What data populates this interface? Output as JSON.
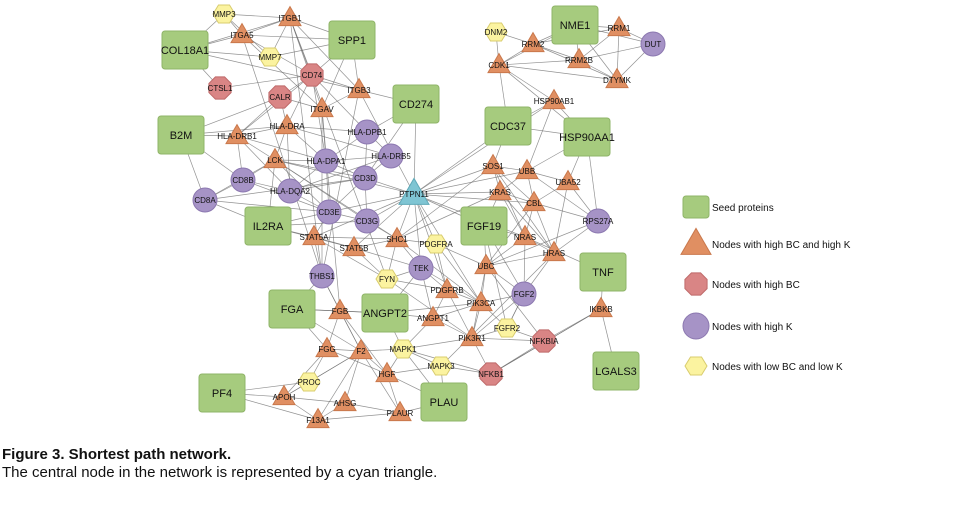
{
  "figure": {
    "caption_title": "Figure 3. Shortest path network.",
    "caption_text": "The central node in the network is represented by a cyan triangle."
  },
  "styles": {
    "seed": {
      "fill": "#a6cb7e",
      "stroke": "#8fb468"
    },
    "high_bc_high_k": {
      "fill": "#e08f62",
      "stroke": "#c9784c"
    },
    "high_bc": {
      "fill": "#d98585",
      "stroke": "#bf6a6a"
    },
    "high_k": {
      "fill": "#a693c6",
      "stroke": "#8c78b0"
    },
    "low": {
      "fill": "#fbf3a0",
      "stroke": "#d8cc6e"
    },
    "central": {
      "fill": "#7fc5d3",
      "stroke": "#5fa9b8"
    },
    "edge": "#6d6d6d"
  },
  "legend": [
    {
      "label": "Seed proteins",
      "style": "seed",
      "shape": "square"
    },
    {
      "label": "Nodes with high BC and high K",
      "style": "high_bc_high_k",
      "shape": "triangle"
    },
    {
      "label": "Nodes with high BC",
      "style": "high_bc",
      "shape": "octagon"
    },
    {
      "label": "Nodes with high K",
      "style": "high_k",
      "shape": "circle"
    },
    {
      "label": "Nodes with low BC and low K",
      "style": "low",
      "shape": "hexagon"
    }
  ],
  "nodes": [
    {
      "id": "MMP3",
      "style": "low",
      "shape": "hexagon"
    },
    {
      "id": "ITGB1",
      "style": "high_bc_high_k",
      "shape": "triangle"
    },
    {
      "id": "COL18A1",
      "style": "seed",
      "shape": "square"
    },
    {
      "id": "ITGA5",
      "style": "high_bc_high_k",
      "shape": "triangle"
    },
    {
      "id": "SPP1",
      "style": "seed",
      "shape": "square"
    },
    {
      "id": "MMP7",
      "style": "low",
      "shape": "hexagon"
    },
    {
      "id": "CD74",
      "style": "high_bc",
      "shape": "octagon"
    },
    {
      "id": "CTSL1",
      "style": "high_bc",
      "shape": "octagon"
    },
    {
      "id": "CALR",
      "style": "high_bc",
      "shape": "octagon"
    },
    {
      "id": "ITGB3",
      "style": "high_bc_high_k",
      "shape": "triangle"
    },
    {
      "id": "ITGAV",
      "style": "high_bc_high_k",
      "shape": "triangle"
    },
    {
      "id": "CD274",
      "style": "seed",
      "shape": "square"
    },
    {
      "id": "B2M",
      "style": "seed",
      "shape": "square"
    },
    {
      "id": "HLA-DRA",
      "style": "high_bc_high_k",
      "shape": "triangle"
    },
    {
      "id": "HLA-DRB1",
      "style": "high_bc_high_k",
      "shape": "triangle"
    },
    {
      "id": "HLA-DPB1",
      "style": "high_k",
      "shape": "circle"
    },
    {
      "id": "HLA-DRB5",
      "style": "high_k",
      "shape": "circle"
    },
    {
      "id": "LCK",
      "style": "high_bc_high_k",
      "shape": "triangle"
    },
    {
      "id": "HLA-DPA1",
      "style": "high_k",
      "shape": "circle"
    },
    {
      "id": "CD8B",
      "style": "high_k",
      "shape": "circle"
    },
    {
      "id": "HLA-DQA2",
      "style": "high_k",
      "shape": "circle"
    },
    {
      "id": "CD3D",
      "style": "high_k",
      "shape": "circle"
    },
    {
      "id": "CD8A",
      "style": "high_k",
      "shape": "circle"
    },
    {
      "id": "CD3E",
      "style": "high_k",
      "shape": "circle"
    },
    {
      "id": "IL2RA",
      "style": "seed",
      "shape": "square"
    },
    {
      "id": "CD3G",
      "style": "high_k",
      "shape": "circle"
    },
    {
      "id": "PTPN11",
      "style": "central",
      "shape": "triangle"
    },
    {
      "id": "STAT5A",
      "style": "high_bc_high_k",
      "shape": "triangle"
    },
    {
      "id": "STAT5B",
      "style": "high_bc_high_k",
      "shape": "triangle"
    },
    {
      "id": "SHC1",
      "style": "high_bc_high_k",
      "shape": "triangle"
    },
    {
      "id": "THBS1",
      "style": "high_k",
      "shape": "circle"
    },
    {
      "id": "FYN",
      "style": "low",
      "shape": "hexagon"
    },
    {
      "id": "TEK",
      "style": "high_k",
      "shape": "circle"
    },
    {
      "id": "PDGFRA",
      "style": "low",
      "shape": "hexagon"
    },
    {
      "id": "FGA",
      "style": "seed",
      "shape": "square"
    },
    {
      "id": "ANGPT2",
      "style": "seed",
      "shape": "square"
    },
    {
      "id": "FGB",
      "style": "high_bc_high_k",
      "shape": "triangle"
    },
    {
      "id": "PDGFRB",
      "style": "high_bc_high_k",
      "shape": "triangle"
    },
    {
      "id": "ANGPT1",
      "style": "high_bc_high_k",
      "shape": "triangle"
    },
    {
      "id": "PIK3CA",
      "style": "high_bc_high_k",
      "shape": "triangle"
    },
    {
      "id": "FGG",
      "style": "high_bc_high_k",
      "shape": "triangle"
    },
    {
      "id": "F2",
      "style": "high_bc_high_k",
      "shape": "triangle"
    },
    {
      "id": "MAPK1",
      "style": "low",
      "shape": "hexagon"
    },
    {
      "id": "PIK3R1",
      "style": "high_bc_high_k",
      "shape": "triangle"
    },
    {
      "id": "FGFR2",
      "style": "low",
      "shape": "hexagon"
    },
    {
      "id": "NFKBIA",
      "style": "high_bc",
      "shape": "octagon"
    },
    {
      "id": "PROC",
      "style": "low",
      "shape": "hexagon"
    },
    {
      "id": "MAPK3",
      "style": "low",
      "shape": "hexagon"
    },
    {
      "id": "HGF",
      "style": "high_bc_high_k",
      "shape": "triangle"
    },
    {
      "id": "NFKB1",
      "style": "high_bc",
      "shape": "octagon"
    },
    {
      "id": "PF4",
      "style": "seed",
      "shape": "square"
    },
    {
      "id": "APOH",
      "style": "high_bc_high_k",
      "shape": "triangle"
    },
    {
      "id": "AHSG",
      "style": "high_bc_high_k",
      "shape": "triangle"
    },
    {
      "id": "F13A1",
      "style": "high_bc_high_k",
      "shape": "triangle"
    },
    {
      "id": "PLAUR",
      "style": "high_bc_high_k",
      "shape": "triangle"
    },
    {
      "id": "PLAU",
      "style": "seed",
      "shape": "square"
    },
    {
      "id": "DNM2",
      "style": "low",
      "shape": "hexagon"
    },
    {
      "id": "NME1",
      "style": "seed",
      "shape": "square"
    },
    {
      "id": "RRM1",
      "style": "high_bc_high_k",
      "shape": "triangle"
    },
    {
      "id": "DUT",
      "style": "high_k",
      "shape": "circle"
    },
    {
      "id": "RRM2",
      "style": "high_bc_high_k",
      "shape": "triangle"
    },
    {
      "id": "CDK1",
      "style": "high_bc_high_k",
      "shape": "triangle"
    },
    {
      "id": "RRM2B",
      "style": "high_bc_high_k",
      "shape": "triangle"
    },
    {
      "id": "DTYMK",
      "style": "high_bc_high_k",
      "shape": "triangle"
    },
    {
      "id": "HSP90AB1",
      "style": "high_bc_high_k",
      "shape": "triangle"
    },
    {
      "id": "CDC37",
      "style": "seed",
      "shape": "square"
    },
    {
      "id": "HSP90AA1",
      "style": "seed",
      "shape": "square"
    },
    {
      "id": "SOS1",
      "style": "high_bc_high_k",
      "shape": "triangle"
    },
    {
      "id": "UBB",
      "style": "high_bc_high_k",
      "shape": "triangle"
    },
    {
      "id": "UBA52",
      "style": "high_bc_high_k",
      "shape": "triangle"
    },
    {
      "id": "KRAS",
      "style": "high_bc_high_k",
      "shape": "triangle"
    },
    {
      "id": "CBL",
      "style": "high_bc_high_k",
      "shape": "triangle"
    },
    {
      "id": "FGF19",
      "style": "seed",
      "shape": "square"
    },
    {
      "id": "RPS27A",
      "style": "high_k",
      "shape": "circle"
    },
    {
      "id": "NRAS",
      "style": "high_bc_high_k",
      "shape": "triangle"
    },
    {
      "id": "HRAS",
      "style": "high_bc_high_k",
      "shape": "triangle"
    },
    {
      "id": "UBC",
      "style": "high_bc_high_k",
      "shape": "triangle"
    },
    {
      "id": "FGF2",
      "style": "high_k",
      "shape": "circle"
    },
    {
      "id": "TNF",
      "style": "seed",
      "shape": "square"
    },
    {
      "id": "IKBKB",
      "style": "high_bc_high_k",
      "shape": "triangle"
    },
    {
      "id": "LGALS3",
      "style": "seed",
      "shape": "square"
    }
  ],
  "edges": [
    [
      "MMP3",
      "ITGB1"
    ],
    [
      "MMP3",
      "COL18A1"
    ],
    [
      "MMP3",
      "MMP7"
    ],
    [
      "MMP3",
      "ITGA5"
    ],
    [
      "ITGB1",
      "COL18A1"
    ],
    [
      "ITGB1",
      "ITGA5"
    ],
    [
      "ITGB1",
      "SPP1"
    ],
    [
      "ITGB1",
      "CD74"
    ],
    [
      "ITGB1",
      "ITGB3"
    ],
    [
      "ITGB1",
      "ITGAV"
    ],
    [
      "ITGB1",
      "MMP7"
    ],
    [
      "ITGB1",
      "FYN"
    ],
    [
      "ITGB1",
      "THBS1"
    ],
    [
      "COL18A1",
      "ITGA5"
    ],
    [
      "COL18A1",
      "CTSL1"
    ],
    [
      "COL18A1",
      "MMP7"
    ],
    [
      "COL18A1",
      "ITGB3"
    ],
    [
      "ITGA5",
      "SPP1"
    ],
    [
      "ITGA5",
      "CD74"
    ],
    [
      "ITGA5",
      "ITGAV"
    ],
    [
      "ITGA5",
      "THBS1"
    ],
    [
      "SPP1",
      "ITGB3"
    ],
    [
      "SPP1",
      "ITGAV"
    ],
    [
      "SPP1",
      "CD74"
    ],
    [
      "SPP1",
      "MMP7"
    ],
    [
      "CD74",
      "CTSL1"
    ],
    [
      "CD74",
      "CALR"
    ],
    [
      "CD74",
      "HLA-DRA"
    ],
    [
      "CD74",
      "HLA-DRB1"
    ],
    [
      "CD74",
      "HLA-DPB1"
    ],
    [
      "CD74",
      "ITGB3"
    ],
    [
      "CD74",
      "HLA-DPA1"
    ],
    [
      "CALR",
      "HLA-DRA"
    ],
    [
      "CALR",
      "B2M"
    ],
    [
      "CALR",
      "ITGAV"
    ],
    [
      "CALR",
      "HLA-DRB1"
    ],
    [
      "ITGB3",
      "ITGAV"
    ],
    [
      "ITGB3",
      "CD274"
    ],
    [
      "ITGB3",
      "PTPN11"
    ],
    [
      "ITGB3",
      "THBS1"
    ],
    [
      "ITGAV",
      "THBS1"
    ],
    [
      "ITGAV",
      "HLA-DPA1"
    ],
    [
      "ITGAV",
      "FGB"
    ],
    [
      "CD274",
      "HLA-DPB1"
    ],
    [
      "CD274",
      "PTPN11"
    ],
    [
      "CD274",
      "CD3D"
    ],
    [
      "B2M",
      "HLA-DRB1"
    ],
    [
      "B2M",
      "CD8B"
    ],
    [
      "B2M",
      "CD8A"
    ],
    [
      "B2M",
      "HLA-DRA"
    ],
    [
      "HLA-DRA",
      "HLA-DRB1"
    ],
    [
      "HLA-DRA",
      "HLA-DPB1"
    ],
    [
      "HLA-DRA",
      "HLA-DRB5"
    ],
    [
      "HLA-DRA",
      "HLA-DPA1"
    ],
    [
      "HLA-DRA",
      "LCK"
    ],
    [
      "HLA-DRA",
      "HLA-DQA2"
    ],
    [
      "HLA-DRB1",
      "HLA-DPA1"
    ],
    [
      "HLA-DRB1",
      "LCK"
    ],
    [
      "HLA-DRB1",
      "CD8B"
    ],
    [
      "HLA-DRB1",
      "HLA-DQA2"
    ],
    [
      "HLA-DPB1",
      "HLA-DRB5"
    ],
    [
      "HLA-DPB1",
      "HLA-DPA1"
    ],
    [
      "HLA-DPB1",
      "CD3D"
    ],
    [
      "HLA-DRB5",
      "HLA-DPA1"
    ],
    [
      "HLA-DRB5",
      "CD3D"
    ],
    [
      "HLA-DRB5",
      "HLA-DQA2"
    ],
    [
      "LCK",
      "CD8B"
    ],
    [
      "LCK",
      "CD8A"
    ],
    [
      "LCK",
      "CD3E"
    ],
    [
      "LCK",
      "CD3D"
    ],
    [
      "LCK",
      "PTPN11"
    ],
    [
      "LCK",
      "IL2RA"
    ],
    [
      "LCK",
      "CD3G"
    ],
    [
      "LCK",
      "SHC1"
    ],
    [
      "LCK",
      "HLA-DPA1"
    ],
    [
      "HLA-DPA1",
      "HLA-DQA2"
    ],
    [
      "HLA-DPA1",
      "CD3D"
    ],
    [
      "HLA-DPA1",
      "CD3E"
    ],
    [
      "CD8B",
      "CD8A"
    ],
    [
      "CD8B",
      "CD3E"
    ],
    [
      "CD8B",
      "HLA-DQA2"
    ],
    [
      "CD8A",
      "CD3E"
    ],
    [
      "CD8A",
      "IL2RA"
    ],
    [
      "CD8A",
      "CD3D"
    ],
    [
      "HLA-DQA2",
      "CD3E"
    ],
    [
      "HLA-DQA2",
      "CD3D"
    ],
    [
      "CD3D",
      "CD3E"
    ],
    [
      "CD3D",
      "CD3G"
    ],
    [
      "CD3D",
      "PTPN11"
    ],
    [
      "CD3E",
      "CD3G"
    ],
    [
      "CD3E",
      "IL2RA"
    ],
    [
      "CD3E",
      "STAT5A"
    ],
    [
      "CD3E",
      "PTPN11"
    ],
    [
      "IL2RA",
      "STAT5A"
    ],
    [
      "IL2RA",
      "STAT5B"
    ],
    [
      "IL2RA",
      "CD3G"
    ],
    [
      "CD3G",
      "PTPN11"
    ],
    [
      "CD3G",
      "SHC1"
    ],
    [
      "PTPN11",
      "SHC1"
    ],
    [
      "PTPN11",
      "SOS1"
    ],
    [
      "PTPN11",
      "KRAS"
    ],
    [
      "PTPN11",
      "STAT5B"
    ],
    [
      "PTPN11",
      "PDGFRA"
    ],
    [
      "PTPN11",
      "FGF19"
    ],
    [
      "PTPN11",
      "CBL"
    ],
    [
      "PTPN11",
      "HSP90AB1"
    ],
    [
      "PTPN11",
      "CDC37"
    ],
    [
      "PTPN11",
      "TEK"
    ],
    [
      "PTPN11",
      "PIK3CA"
    ],
    [
      "PTPN11",
      "UBB"
    ],
    [
      "PTPN11",
      "NRAS"
    ],
    [
      "PTPN11",
      "STAT5A"
    ],
    [
      "PTPN11",
      "PDGFRB"
    ],
    [
      "STAT5A",
      "STAT5B"
    ],
    [
      "STAT5A",
      "SHC1"
    ],
    [
      "STAT5A",
      "FYN"
    ],
    [
      "STAT5A",
      "THBS1"
    ],
    [
      "STAT5B",
      "SHC1"
    ],
    [
      "STAT5B",
      "FYN"
    ],
    [
      "STAT5B",
      "TEK"
    ],
    [
      "SHC1",
      "PDGFRA"
    ],
    [
      "SHC1",
      "FYN"
    ],
    [
      "SHC1",
      "SOS1"
    ],
    [
      "SHC1",
      "KRAS"
    ],
    [
      "SHC1",
      "TEK"
    ],
    [
      "SHC1",
      "PIK3CA"
    ],
    [
      "THBS1",
      "FGB"
    ],
    [
      "THBS1",
      "FGA"
    ],
    [
      "THBS1",
      "F2"
    ],
    [
      "FYN",
      "TEK"
    ],
    [
      "FYN",
      "PDGFRB"
    ],
    [
      "FYN",
      "PIK3R1"
    ],
    [
      "TEK",
      "ANGPT2"
    ],
    [
      "TEK",
      "ANGPT1"
    ],
    [
      "TEK",
      "PIK3CA"
    ],
    [
      "TEK",
      "PDGFRB"
    ],
    [
      "PDGFRA",
      "PDGFRB"
    ],
    [
      "PDGFRA",
      "PIK3CA"
    ],
    [
      "PDGFRA",
      "UBC"
    ],
    [
      "FGA",
      "FGB"
    ],
    [
      "FGA",
      "FGG"
    ],
    [
      "FGA",
      "F2"
    ],
    [
      "FGA",
      "ANGPT2"
    ],
    [
      "ANGPT2",
      "ANGPT1"
    ],
    [
      "ANGPT2",
      "PIK3CA"
    ],
    [
      "ANGPT2",
      "FGB"
    ],
    [
      "ANGPT2",
      "MAPK1"
    ],
    [
      "FGB",
      "FGG"
    ],
    [
      "FGB",
      "F2"
    ],
    [
      "FGB",
      "HGF"
    ],
    [
      "PDGFRB",
      "PIK3CA"
    ],
    [
      "PDGFRB",
      "PIK3R1"
    ],
    [
      "PDGFRB",
      "ANGPT1"
    ],
    [
      "ANGPT1",
      "PIK3R1"
    ],
    [
      "ANGPT1",
      "PIK3CA"
    ],
    [
      "ANGPT1",
      "MAPK1"
    ],
    [
      "PIK3CA",
      "PIK3R1"
    ],
    [
      "PIK3CA",
      "FGF2"
    ],
    [
      "PIK3CA",
      "FGFR2"
    ],
    [
      "PIK3CA",
      "UBC"
    ],
    [
      "FGG",
      "F2"
    ],
    [
      "FGG",
      "PROC"
    ],
    [
      "FGG",
      "APOH"
    ],
    [
      "FGG",
      "HGF"
    ],
    [
      "F2",
      "PROC"
    ],
    [
      "F2",
      "HGF"
    ],
    [
      "F2",
      "AHSG"
    ],
    [
      "F2",
      "APOH"
    ],
    [
      "F2",
      "PLAUR"
    ],
    [
      "F2",
      "MAPK1"
    ],
    [
      "F2",
      "F13A1"
    ],
    [
      "MAPK1",
      "MAPK3"
    ],
    [
      "MAPK1",
      "PIK3R1"
    ],
    [
      "MAPK1",
      "HGF"
    ],
    [
      "MAPK1",
      "NFKB1"
    ],
    [
      "MAPK1",
      "PLAU"
    ],
    [
      "PIK3R1",
      "FGFR2"
    ],
    [
      "PIK3R1",
      "NFKB1"
    ],
    [
      "PIK3R1",
      "NFKBIA"
    ],
    [
      "PIK3R1",
      "FGF2"
    ],
    [
      "FGFR2",
      "FGF2"
    ],
    [
      "FGFR2",
      "NFKBIA"
    ],
    [
      "NFKBIA",
      "NFKB1"
    ],
    [
      "NFKBIA",
      "IKBKB"
    ],
    [
      "PROC",
      "APOH"
    ],
    [
      "PROC",
      "PF4"
    ],
    [
      "MAPK3",
      "HGF"
    ],
    [
      "MAPK3",
      "PLAU"
    ],
    [
      "MAPK3",
      "NFKB1"
    ],
    [
      "HGF",
      "PLAU"
    ],
    [
      "HGF",
      "PLAUR"
    ],
    [
      "NFKB1",
      "IKBKB"
    ],
    [
      "PF4",
      "APOH"
    ],
    [
      "PF4",
      "F13A1"
    ],
    [
      "APOH",
      "AHSG"
    ],
    [
      "APOH",
      "F13A1"
    ],
    [
      "AHSG",
      "F13A1"
    ],
    [
      "AHSG",
      "PLAUR"
    ],
    [
      "PLAUR",
      "PLAU"
    ],
    [
      "F13A1",
      "PLAUR"
    ],
    [
      "DNM2",
      "CDK1"
    ],
    [
      "DNM2",
      "RRM2"
    ],
    [
      "NME1",
      "RRM1"
    ],
    [
      "NME1",
      "RRM2"
    ],
    [
      "NME1",
      "DTYMK"
    ],
    [
      "NME1",
      "DUT"
    ],
    [
      "NME1",
      "RRM2B"
    ],
    [
      "NME1",
      "CDK1"
    ],
    [
      "RRM1",
      "DUT"
    ],
    [
      "RRM1",
      "RRM2"
    ],
    [
      "RRM1",
      "RRM2B"
    ],
    [
      "RRM1",
      "DTYMK"
    ],
    [
      "DUT",
      "DTYMK"
    ],
    [
      "DUT",
      "RRM2B"
    ],
    [
      "RRM2",
      "CDK1"
    ],
    [
      "RRM2",
      "RRM2B"
    ],
    [
      "RRM2",
      "DTYMK"
    ],
    [
      "CDK1",
      "HSP90AB1"
    ],
    [
      "CDK1",
      "RRM2B"
    ],
    [
      "CDK1",
      "DTYMK"
    ],
    [
      "CDK1",
      "CDC37"
    ],
    [
      "CDK1",
      "HSP90AA1"
    ],
    [
      "RRM2B",
      "DTYMK"
    ],
    [
      "HSP90AB1",
      "CDC37"
    ],
    [
      "HSP90AB1",
      "HSP90AA1"
    ],
    [
      "HSP90AB1",
      "UBB"
    ],
    [
      "CDC37",
      "HSP90AA1"
    ],
    [
      "CDC37",
      "SOS1"
    ],
    [
      "HSP90AA1",
      "UBB"
    ],
    [
      "HSP90AA1",
      "UBA52"
    ],
    [
      "HSP90AA1",
      "RPS27A"
    ],
    [
      "SOS1",
      "KRAS"
    ],
    [
      "SOS1",
      "UBB"
    ],
    [
      "SOS1",
      "NRAS"
    ],
    [
      "SOS1",
      "HRAS"
    ],
    [
      "SOS1",
      "CBL"
    ],
    [
      "UBB",
      "UBA52"
    ],
    [
      "UBB",
      "KRAS"
    ],
    [
      "UBB",
      "CBL"
    ],
    [
      "UBB",
      "RPS27A"
    ],
    [
      "UBA52",
      "CBL"
    ],
    [
      "UBA52",
      "RPS27A"
    ],
    [
      "UBA52",
      "HRAS"
    ],
    [
      "KRAS",
      "CBL"
    ],
    [
      "KRAS",
      "NRAS"
    ],
    [
      "KRAS",
      "FGF19"
    ],
    [
      "KRAS",
      "HRAS"
    ],
    [
      "CBL",
      "RPS27A"
    ],
    [
      "CBL",
      "NRAS"
    ],
    [
      "CBL",
      "UBC"
    ],
    [
      "CBL",
      "HRAS"
    ],
    [
      "FGF19",
      "NRAS"
    ],
    [
      "FGF19",
      "UBC"
    ],
    [
      "FGF19",
      "FGFR2"
    ],
    [
      "FGF19",
      "FGF2"
    ],
    [
      "RPS27A",
      "HRAS"
    ],
    [
      "RPS27A",
      "UBC"
    ],
    [
      "NRAS",
      "HRAS"
    ],
    [
      "NRAS",
      "UBC"
    ],
    [
      "NRAS",
      "FGF2"
    ],
    [
      "HRAS",
      "UBC"
    ],
    [
      "HRAS",
      "FGF2"
    ],
    [
      "HRAS",
      "MAPK3"
    ],
    [
      "UBC",
      "FGF2"
    ],
    [
      "UBC",
      "PIK3R1"
    ],
    [
      "UBC",
      "NFKBIA"
    ],
    [
      "FGF2",
      "FGFR2"
    ],
    [
      "TNF",
      "IKBKB"
    ],
    [
      "TNF",
      "NRAS"
    ],
    [
      "IKBKB",
      "LGALS3"
    ],
    [
      "IKBKB",
      "NFKB1"
    ]
  ]
}
